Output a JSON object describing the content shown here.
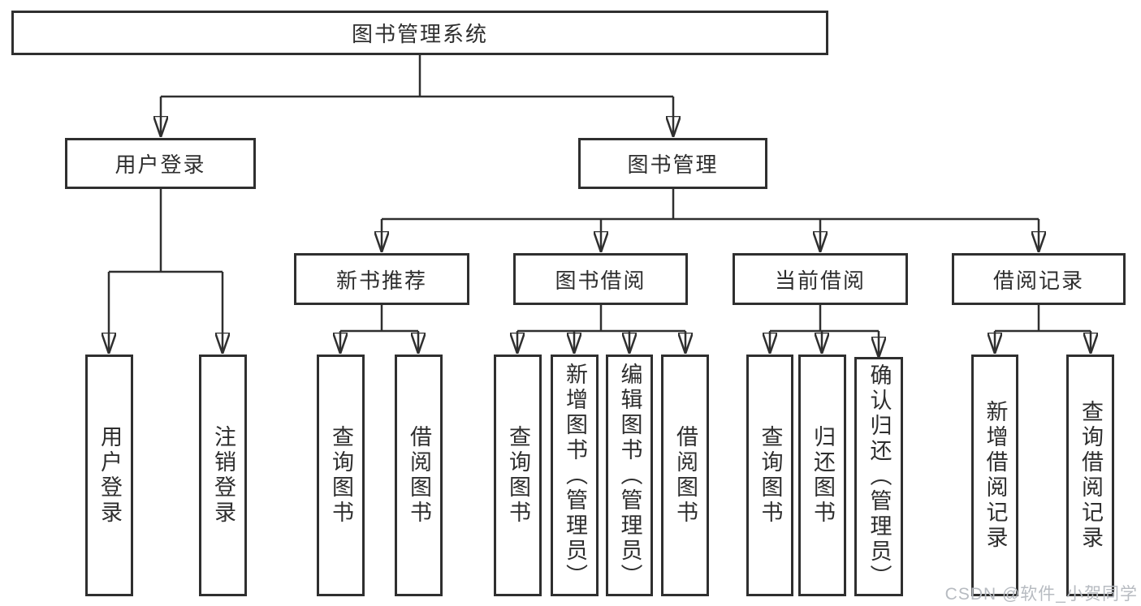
{
  "tree": {
    "root": {
      "label": "图书管理系统",
      "children": [
        {
          "label": "用户登录",
          "children": [
            {
              "label": "用户登录"
            },
            {
              "label": "注销登录"
            }
          ]
        },
        {
          "label": "图书管理",
          "children": [
            {
              "label": "新书推荐",
              "children": [
                {
                  "label": "查询图书"
                },
                {
                  "label": "借阅图书"
                }
              ]
            },
            {
              "label": "图书借阅",
              "children": [
                {
                  "label": "查询图书"
                },
                {
                  "label": "新增图书（管理员）"
                },
                {
                  "label": "编辑图书（管理员）"
                },
                {
                  "label": "借阅图书"
                }
              ]
            },
            {
              "label": "当前借阅",
              "children": [
                {
                  "label": "查询图书"
                },
                {
                  "label": "归还图书"
                },
                {
                  "label": "确认归还（管理员）"
                }
              ]
            },
            {
              "label": "借阅记录",
              "children": [
                {
                  "label": "新增借阅记录"
                },
                {
                  "label": "查询借阅记录"
                }
              ]
            }
          ]
        }
      ]
    }
  },
  "watermark": {
    "text": "CSDN @软件_小贺同学"
  },
  "colors": {
    "line": "#2f2f2f",
    "text": "#2e2e2e",
    "watermark": "#b7bbc1",
    "background": "#ffffff"
  }
}
